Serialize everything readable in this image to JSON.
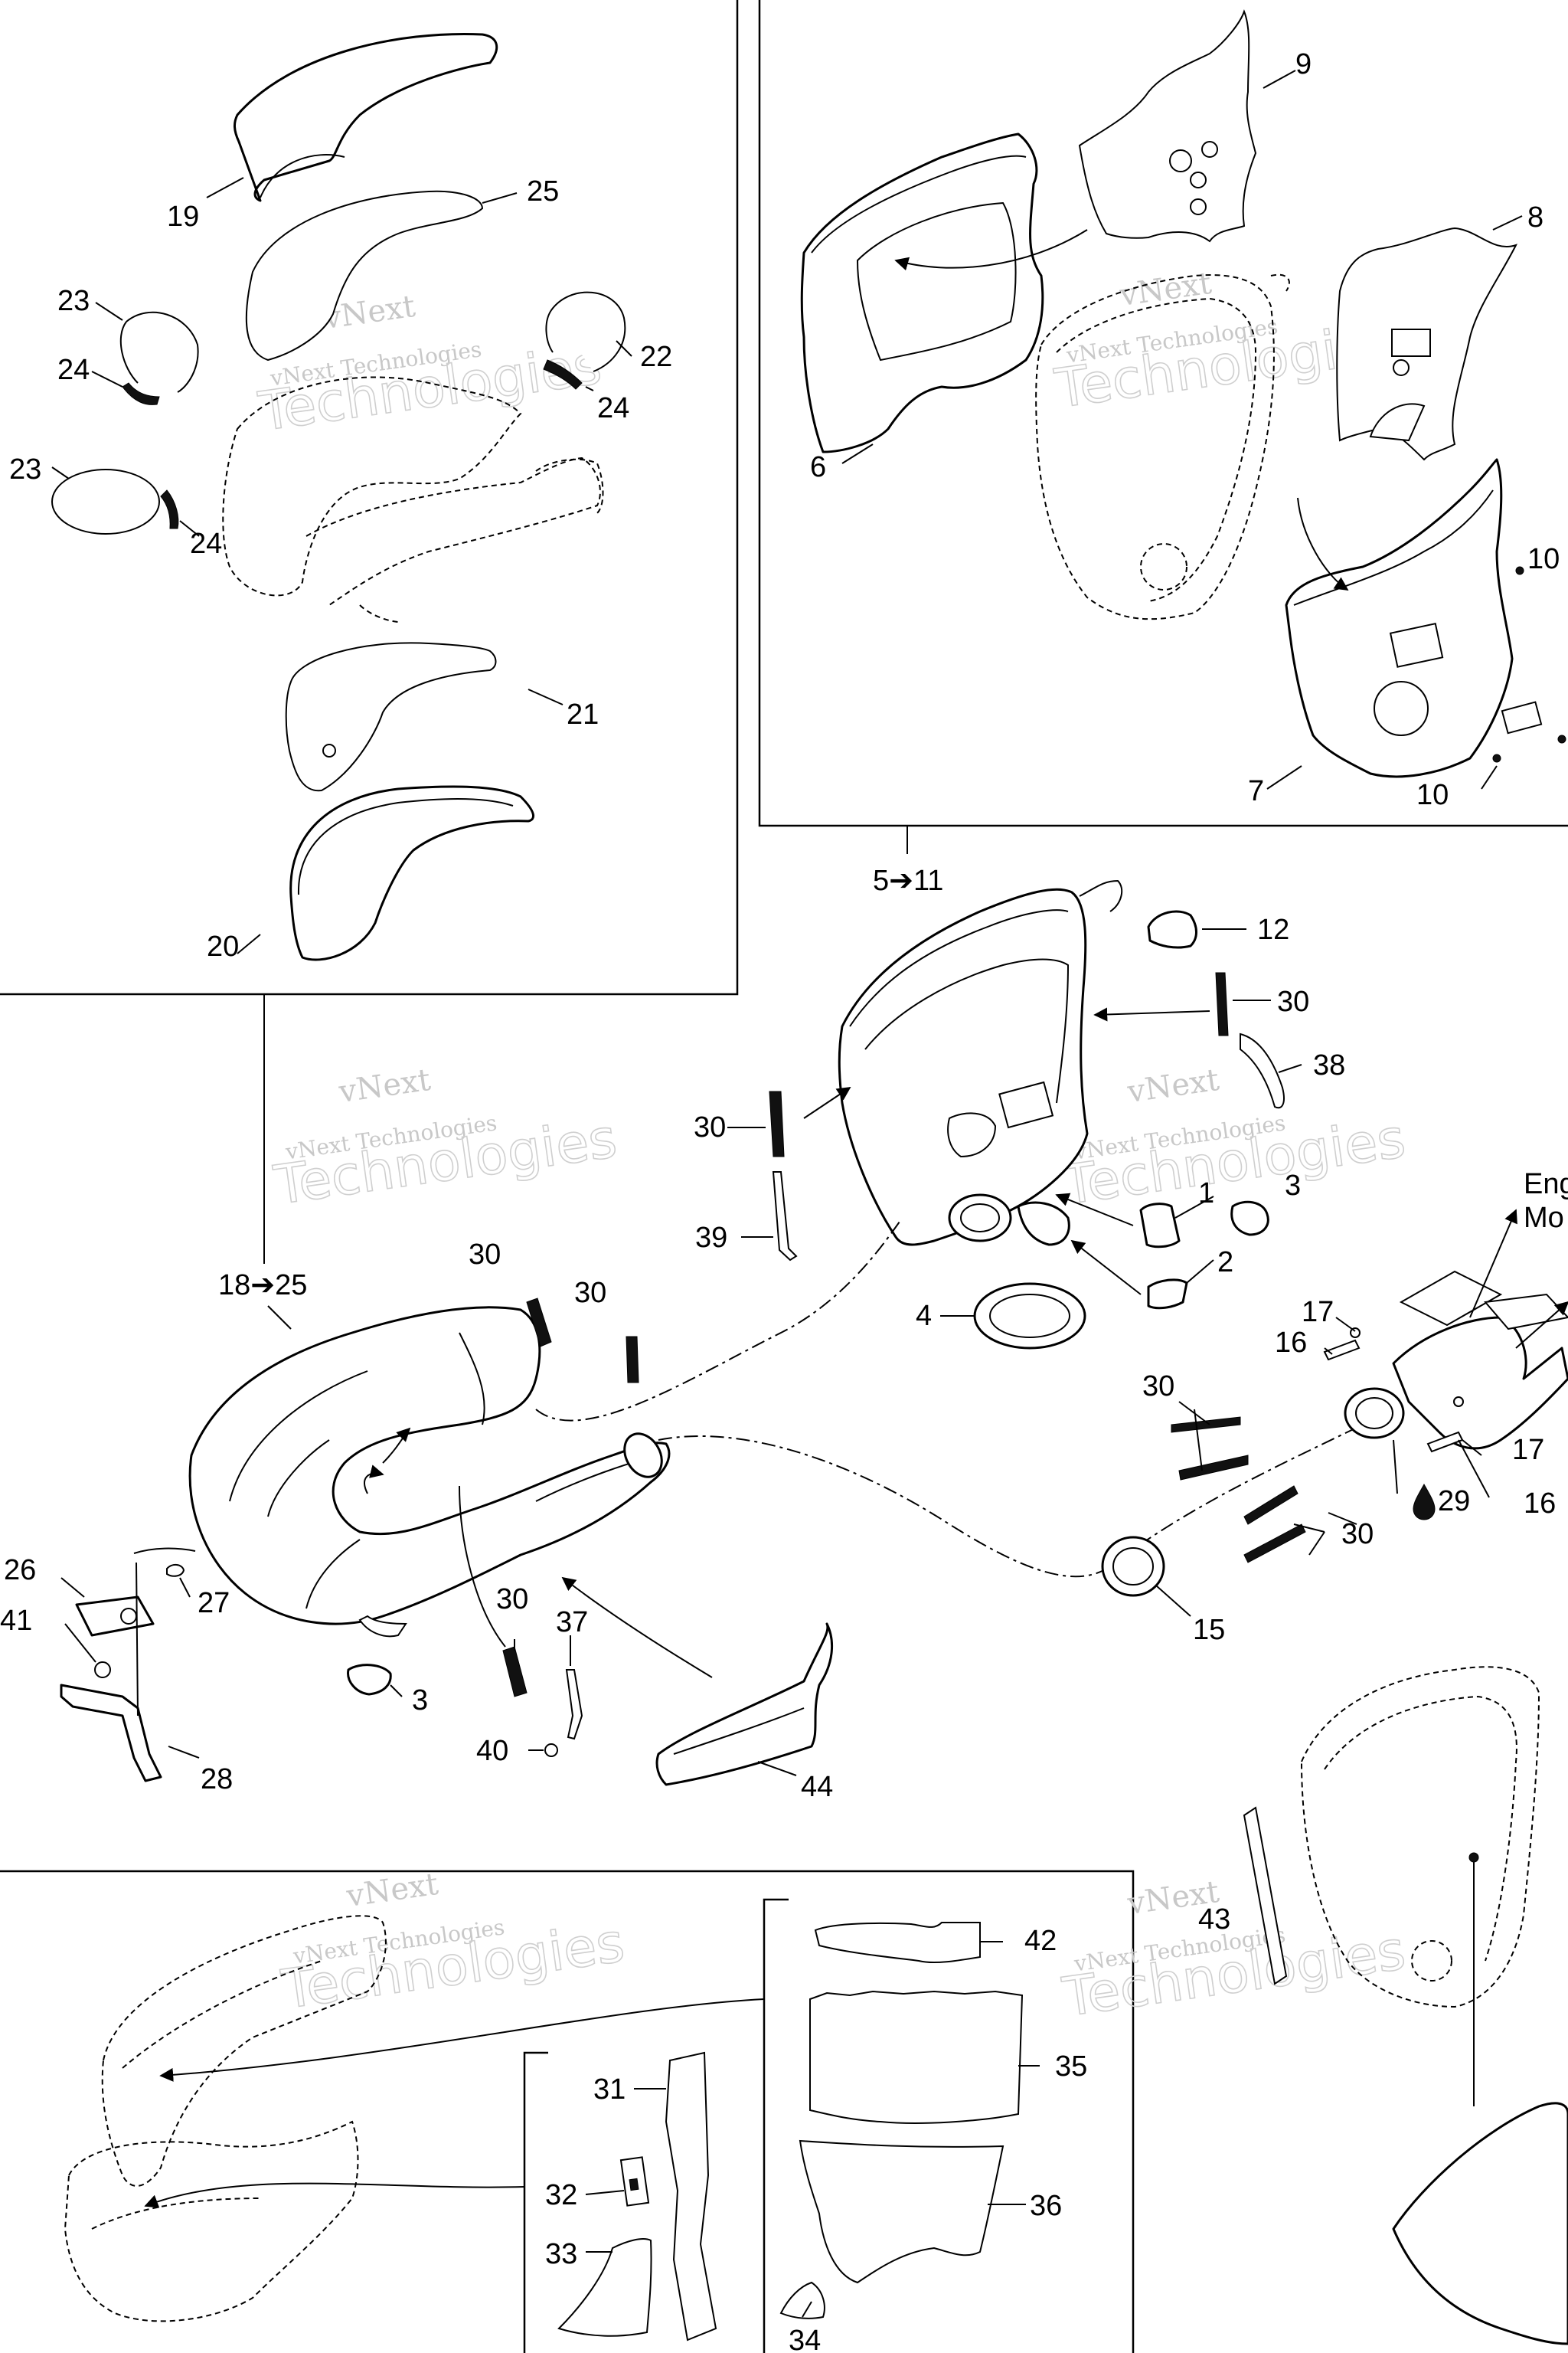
{
  "watermark": {
    "brand": "vNext",
    "text": "vNext Technologies",
    "big": "Technologies"
  },
  "callouts": {
    "c19": "19",
    "c25": "25",
    "c23a": "23",
    "c24a": "24",
    "c22": "22",
    "c24b": "24",
    "c23b": "23",
    "c24c": "24",
    "c21": "21",
    "c20": "20",
    "c9": "9",
    "c8": "8",
    "c6": "6",
    "c10a": "10",
    "c7": "7",
    "c10b": "10",
    "c5_11": "5➔11",
    "c12": "12",
    "c30a": "30",
    "c38": "38",
    "c30b": "30",
    "c39": "39",
    "c1": "1",
    "c3a": "3",
    "c2": "2",
    "c4": "4",
    "c18_25": "18➔25",
    "c30c": "30",
    "c30d": "30",
    "c26": "26",
    "c27": "27",
    "c41": "41",
    "c28": "28",
    "c3b": "3",
    "c30e": "30",
    "c37": "37",
    "c40": "40",
    "c44": "44",
    "c15": "15",
    "c30f": "30",
    "c30g": "30",
    "c17a": "17",
    "c16a": "16",
    "c17b": "17",
    "c16b": "16",
    "c29": "29",
    "eng1": "Eng",
    "eng2": "Mo",
    "c43": "43",
    "c42": "42",
    "c35": "35",
    "c36": "36",
    "c34": "34",
    "c31": "31",
    "c32": "32",
    "c33": "33"
  },
  "symbols": {
    "c29_symbol": "droplet-icon"
  }
}
